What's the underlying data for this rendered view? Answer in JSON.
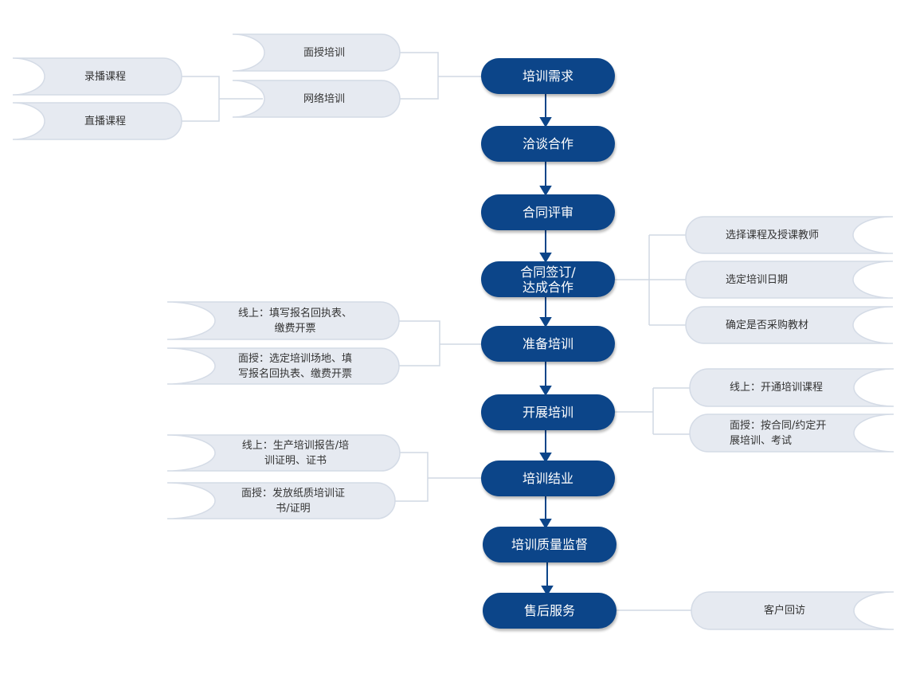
{
  "colors": {
    "step_fill": "#0c4589",
    "note_fill": "#e6eaf1",
    "note_stroke": "#d4dbe6",
    "connector": "#d0d8e3",
    "arrow": "#0c4589"
  },
  "flow": {
    "steps": [
      {
        "label": "培训需求"
      },
      {
        "label": "洽谈合作"
      },
      {
        "label": "合同评审"
      },
      {
        "label": "合同签订/\n达成合作"
      },
      {
        "label": "准备培训"
      },
      {
        "label": "开展培训"
      },
      {
        "label": "培训结业"
      },
      {
        "label": "培训质量监督"
      },
      {
        "label": "售后服务"
      }
    ]
  },
  "notes": {
    "training_types": [
      {
        "label": "面授培训"
      },
      {
        "label": "网络培训"
      }
    ],
    "online_types": [
      {
        "label": "录播课程"
      },
      {
        "label": "直播课程"
      }
    ],
    "signing": [
      {
        "label": "选择课程及授课教师"
      },
      {
        "label": "选定培训日期"
      },
      {
        "label": "确定是否采购教材"
      }
    ],
    "prepare": [
      {
        "label": "线上：填写报名回执表、\n缴费开票"
      },
      {
        "label": "面授：选定培训场地、填\n写报名回执表、缴费开票"
      }
    ],
    "conduct": [
      {
        "label": "线上：开通培训课程"
      },
      {
        "label": "面授：按合同/约定开\n展培训、考试"
      }
    ],
    "graduate": [
      {
        "label": "线上：生产培训报告/培\n训证明、证书"
      },
      {
        "label": "面授：发放纸质培训证\n书/证明"
      }
    ],
    "after_sales": [
      {
        "label": "客户回访"
      }
    ]
  }
}
